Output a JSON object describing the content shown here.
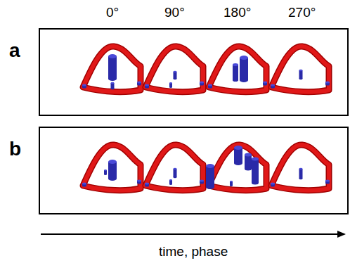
{
  "diagram": {
    "nodes": [
      {
        "text": [
          "a"
        ]
      },
      {
        "text": [
          "b"
        ]
      }
    ],
    "labels": [
      "0°",
      "90°",
      "180°",
      "270°",
      "time, phase"
    ]
  }
}
